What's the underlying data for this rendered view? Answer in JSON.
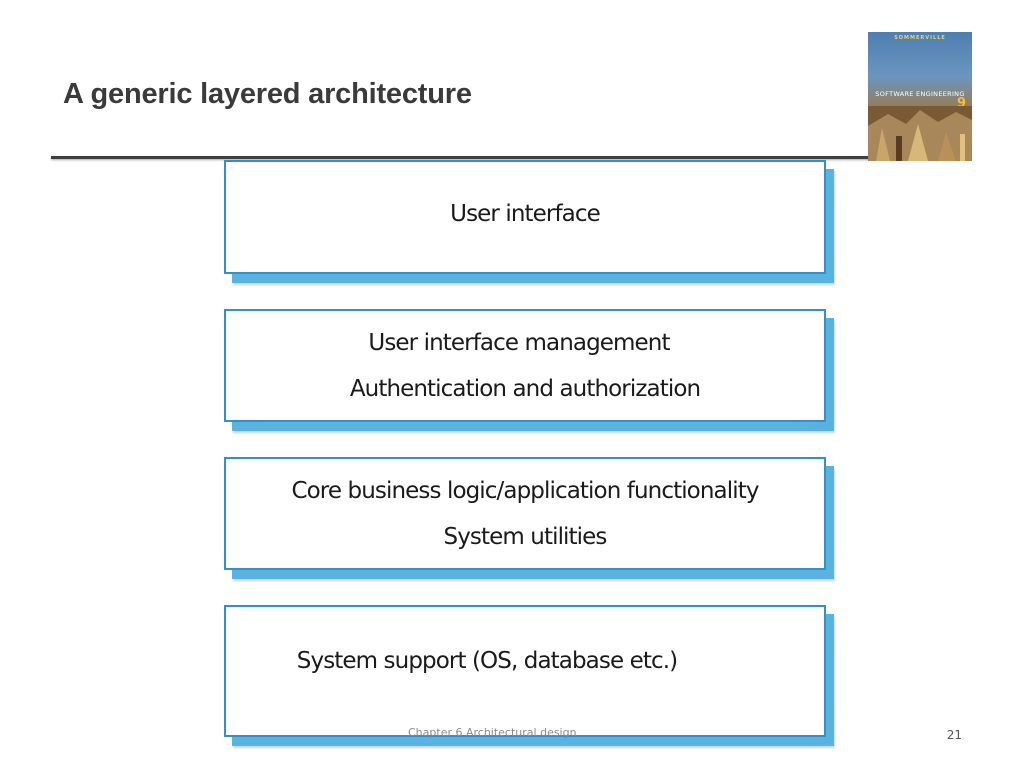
{
  "slide": {
    "title": "A generic layered architecture",
    "book_cover": {
      "author": "SOMMERVILLE",
      "title": "SOFTWARE ENGINEERING",
      "edition": "9"
    },
    "layers": [
      {
        "lines": [
          "User interface"
        ]
      },
      {
        "lines": [
          "User interface management",
          "Authentication and authorization"
        ]
      },
      {
        "lines": [
          "Core business logic/application functionality",
          "System utilities"
        ]
      },
      {
        "lines": [
          "System support (OS, database etc.)"
        ]
      }
    ],
    "footer": "Chapter 6 Architectural design",
    "page_number": "21"
  },
  "colors": {
    "box_border": "#2f92cc",
    "box_shadow": "#5ab3de",
    "title_text": "#3a3a3a",
    "rule": "#3f3f3f"
  }
}
